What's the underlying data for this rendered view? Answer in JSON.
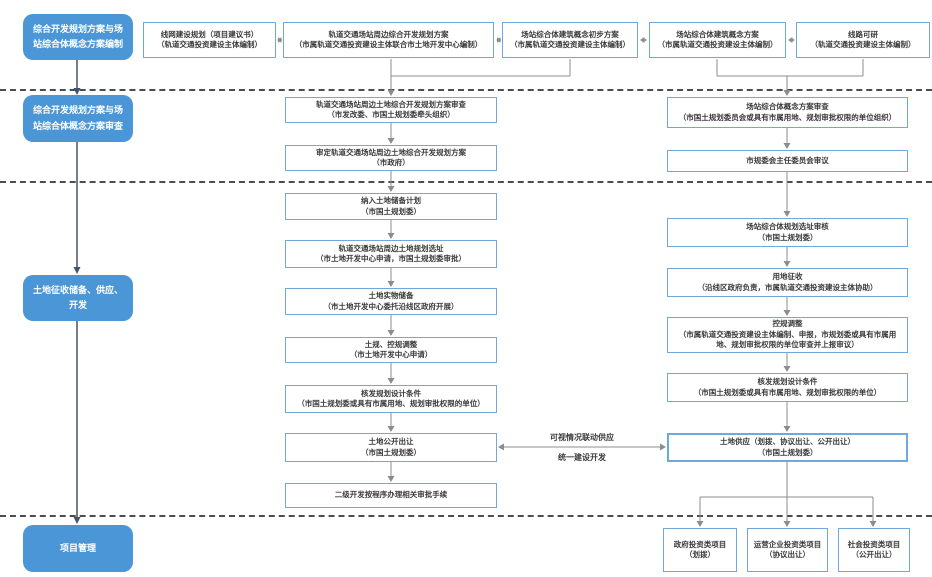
{
  "colors": {
    "phase_fill": "#4a96d6",
    "node_border": "#6fa8dc",
    "connector_gray": "#8c8c8c",
    "connector_dark": "#44546a",
    "dashed_divider": "#4d4d4d"
  },
  "phases": [
    {
      "label": "综合开发规划方案与场站综合体概念方案编制"
    },
    {
      "label": "综合开发规划方案与场站综合体概念方案审查"
    },
    {
      "label": "土地征收储备、供应、开发"
    },
    {
      "label": "项目管理"
    }
  ],
  "nodes": {
    "t1": {
      "text": "线网建设规划（项目建议书）\n（轨道交通投资建设主体编制）"
    },
    "t2": {
      "text": "轨道交通场站周边综合开发规划方案\n（市属轨道交通投资建设主体联合市土地开发中心编制）"
    },
    "t3": {
      "text": "场站综合体建筑概念初步方案\n（市属轨道交通投资建设主体编制）"
    },
    "t4": {
      "text": "场站综合体建筑概念方案\n（市属轨道交通投资建设主体编制）"
    },
    "t5": {
      "text": "线路可研\n（轨道交通投资建设主体编制）"
    },
    "m1": {
      "text": "轨道交通场站周边土地综合开发规划方案审查\n（市发改委、市国土规划委牵头组织）"
    },
    "m2": {
      "text": "审定轨道交通场站周边土地综合开发规划方案\n（市政府）"
    },
    "r1": {
      "text": "场站综合体概念方案审查\n（市国土规划委员会或具有市属用地、规划审批权限的单位组织）"
    },
    "r2": {
      "text": "市规委会主任委员会审议"
    },
    "m3": {
      "text": "纳入土地储备计划\n（市国土规划委）"
    },
    "m4": {
      "text": "轨道交通场站周边土地规划选址\n（市土地开发中心申请，市国土规划委审批）"
    },
    "m5": {
      "text": "土地实物储备\n（市土地开发中心委托沿线区政府开展）"
    },
    "m6": {
      "text": "土规、控规调整\n（市土地开发中心申请）"
    },
    "m7": {
      "text": "核发规划设计条件\n（市国土规划委或具有市属用地、规划审批权限的单位）"
    },
    "m8": {
      "text": "土地公开出让\n（市国土规划委）"
    },
    "m9": {
      "text": "二级开发按程序办理相关审批手续"
    },
    "r3": {
      "text": "场站综合体规划选址审核\n（市国土规划委）"
    },
    "r4": {
      "text": "用地征收\n（沿线区政府负责，市属轨道交通投资建设主体协助）"
    },
    "r5": {
      "text": "控规调整\n（市属轨道交通投资建设主体编制、申报，市规划委或具有市属用地、规划审批权限的单位审查并上报审议）"
    },
    "r6": {
      "text": "核发规划设计条件\n（市国土规划委或具有市属用地、规划审批权限的单位）"
    },
    "r7": {
      "text": "土地供应（划拨、协议出让、公开出让）\n（市国土规划委）"
    },
    "b1": {
      "text": "政府投资类项目\n（划拨）"
    },
    "b2": {
      "text": "运营企业投资类项目\n（协议出让）"
    },
    "b3": {
      "text": "社会投资类项目\n（公开出让）"
    }
  },
  "labels": {
    "linkage_top": "可视情况联动供应",
    "linkage_bottom": "统一建设开发"
  }
}
